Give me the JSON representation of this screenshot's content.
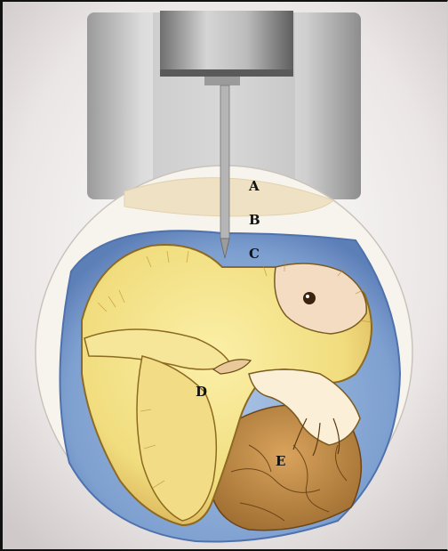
{
  "diagram": {
    "labels": [
      {
        "key": "A",
        "text": "A"
      },
      {
        "key": "B",
        "text": "B"
      },
      {
        "key": "C",
        "text": "C"
      },
      {
        "key": "D",
        "text": "D"
      },
      {
        "key": "E",
        "text": "E"
      }
    ]
  },
  "colors": {
    "background": "#f3f0f0",
    "shell_white": "#f7f4ee",
    "air_cell": "#efe2c4",
    "fluid_blue": "#8fb0d8",
    "fluid_dark": "#5f86bf",
    "chick_yellow": "#f4e48a",
    "chick_shadow": "#c98f3a",
    "yolk_brown": "#c58a45",
    "needle_gray": "#a8a8a8",
    "holder_gray": "#d9d9d9"
  }
}
